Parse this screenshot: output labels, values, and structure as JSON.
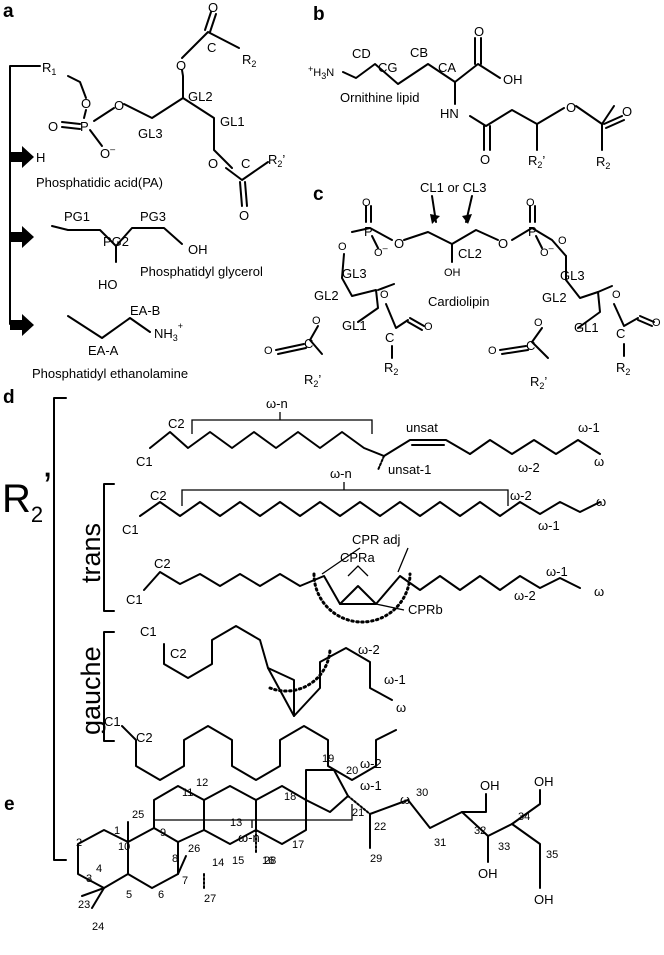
{
  "panels": {
    "a": "a",
    "b": "b",
    "c": "c",
    "d": "d",
    "e": "e"
  },
  "panel_a": {
    "R1": "R",
    "R1_sub": "1",
    "R2": "R",
    "R2_sub": "2",
    "R2p": "R",
    "R2p_sub": "2",
    "R2p_prime": "’",
    "P": "P",
    "O": "O",
    "Ominus": "O",
    "minus": "–",
    "C": "C",
    "GL1": "GL1",
    "GL2": "GL2",
    "GL3": "GL3",
    "H": "H",
    "pa": "Phosphatidic acid(PA)",
    "PG1": "PG1",
    "PG2": "PG2",
    "PG3": "PG3",
    "OH": "OH",
    "HO": "HO",
    "pg": "Phosphatidyl glycerol",
    "EAA": "EA-A",
    "EAB": "EA-B",
    "NH3": "NH",
    "NH3_sub": "3",
    "plus": "+",
    "pe": "Phosphatidyl ethanolamine"
  },
  "panel_b": {
    "plus": "+",
    "H3N": "H",
    "H3N_sub": "3",
    "H3N_N": "N",
    "CD": "CD",
    "CG": "CG",
    "CB": "CB",
    "CA": "CA",
    "OH": "OH",
    "O": "O",
    "HN": "HN",
    "R2p": "R",
    "R2p_sub": "2",
    "R2p_prime": "’",
    "R2": "R",
    "R2_sub": "2",
    "name": "Ornithine lipid"
  },
  "panel_c": {
    "cl_label": "CL1 or CL3",
    "CL2": "CL2",
    "OH": "OH",
    "P": "P",
    "O": "O",
    "Ominus": "O",
    "minus": "–",
    "GL1": "GL1",
    "GL2": "GL2",
    "GL3": "GL3",
    "C": "C",
    "R2": "R",
    "R2_sub": "2",
    "R2p": "R",
    "R2p_sub": "2",
    "R2p_prime": "’",
    "name": "Cardiolipin"
  },
  "panel_d": {
    "R": "R",
    "R_sub": "2",
    "R_prime": "’",
    "trans": "trans",
    "gauche": "gauche",
    "C1": "C1",
    "C2": "C2",
    "wn": "ω-n",
    "w": "ω",
    "w1": "ω-1",
    "w2": "ω-2",
    "unsat": "unsat",
    "unsat1": "unsat-1",
    "cpr_adj": "CPR adj",
    "cpra": "CPRa",
    "cprb": "CPRb"
  },
  "panel_e": {
    "labels": [
      "1",
      "2",
      "3",
      "4",
      "5",
      "6",
      "7",
      "8",
      "9",
      "10",
      "11",
      "12",
      "13",
      "14",
      "15",
      "16",
      "17",
      "18",
      "19",
      "20",
      "21",
      "22",
      "23",
      "24",
      "25",
      "26",
      "27",
      "28",
      "29",
      "30",
      "31",
      "32",
      "33",
      "34",
      "35"
    ],
    "OH": "OH"
  }
}
